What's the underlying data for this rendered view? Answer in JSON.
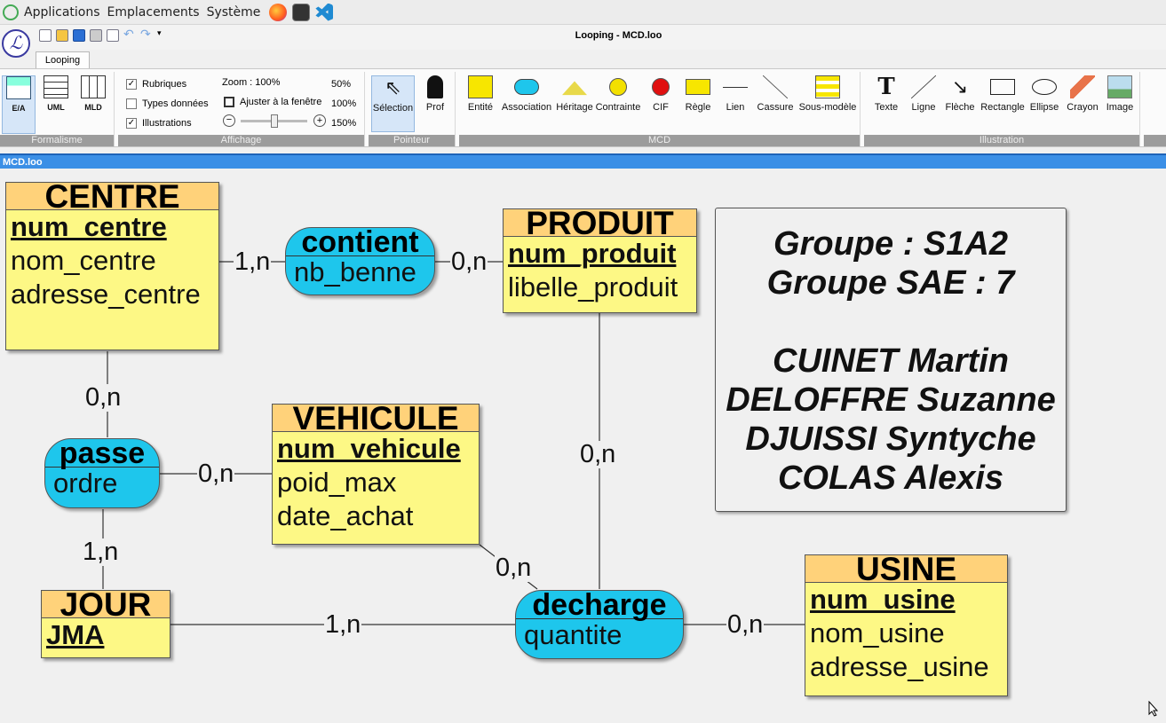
{
  "os_menu": {
    "applications": "Applications",
    "emplacements": "Emplacements",
    "systeme": "Système"
  },
  "window": {
    "title": "Looping - MCD.loo"
  },
  "ribbon": {
    "tab_label": "Looping",
    "groups": {
      "formalisme": "Formalisme",
      "affichage": "Affichage",
      "pointeur": "Pointeur",
      "mcd": "MCD",
      "illustration": "Illustration"
    },
    "formalisme_tools": [
      "E/A",
      "UML",
      "MLD"
    ],
    "affichage": {
      "rubriques": "Rubriques",
      "types_donnees": "Types données",
      "illustrations": "Illustrations",
      "zoom_label": "Zoom : 100%",
      "fit_label": "Ajuster à la fenêtre",
      "zoom_50": "50%",
      "zoom_100": "100%",
      "zoom_150": "150%"
    },
    "pointeur_tools": {
      "selection": "Sélection",
      "prof": "Prof"
    },
    "mcd_tools": {
      "entite": "Entité",
      "association": "Association",
      "heritage": "Héritage",
      "contrainte": "Contrainte",
      "cif": "CIF",
      "regle": "Règle",
      "lien": "Lien",
      "cassure": "Cassure",
      "sous_modele": "Sous-modèle"
    },
    "illustration_tools": {
      "texte": "Texte",
      "ligne": "Ligne",
      "fleche": "Flèche",
      "rectangle": "Rectangle",
      "ellipse": "Ellipse",
      "crayon": "Crayon",
      "image": "Image"
    }
  },
  "document_tab": "MCD.loo",
  "entities": {
    "centre": {
      "name": "CENTRE",
      "key": "num_centre",
      "attrs": [
        "nom_centre",
        "adresse_centre"
      ]
    },
    "produit": {
      "name": "PRODUIT",
      "key": "num_produit",
      "attrs": [
        "libelle_produit"
      ]
    },
    "vehicule": {
      "name": "VEHICULE",
      "key": "num_vehicule",
      "attrs": [
        "poid_max",
        "date_achat"
      ]
    },
    "jour": {
      "name": "JOUR",
      "key": "JMA",
      "attrs": []
    },
    "usine": {
      "name": "USINE",
      "key": "num_usine",
      "attrs": [
        "nom_usine",
        "adresse_usine"
      ]
    }
  },
  "associations": {
    "contient": {
      "name": "contient",
      "attr": "nb_benne"
    },
    "passe": {
      "name": "passe",
      "attr": "ordre"
    },
    "decharge": {
      "name": "decharge",
      "attr": "quantite"
    }
  },
  "cardinalities": {
    "centre_contient": "1,n",
    "contient_produit": "0,n",
    "centre_passe": "0,n",
    "passe_vehicule": "0,n",
    "passe_jour": "1,n",
    "produit_decharge": "0,n",
    "vehicule_decharge": "0,n",
    "jour_decharge": "1,n",
    "decharge_usine": "0,n"
  },
  "note": {
    "line1": "Groupe : S1A2",
    "line2": "Groupe SAE : 7",
    "line3": "CUINET Martin",
    "line4": "DELOFFRE Suzanne",
    "line5": "DJUISSI Syntyche",
    "line6": "COLAS Alexis"
  },
  "colors": {
    "entity_body": "#fdf885",
    "entity_header": "#ffd27a",
    "association": "#1ec6ec",
    "doc_tab": "#3b8fe6"
  }
}
